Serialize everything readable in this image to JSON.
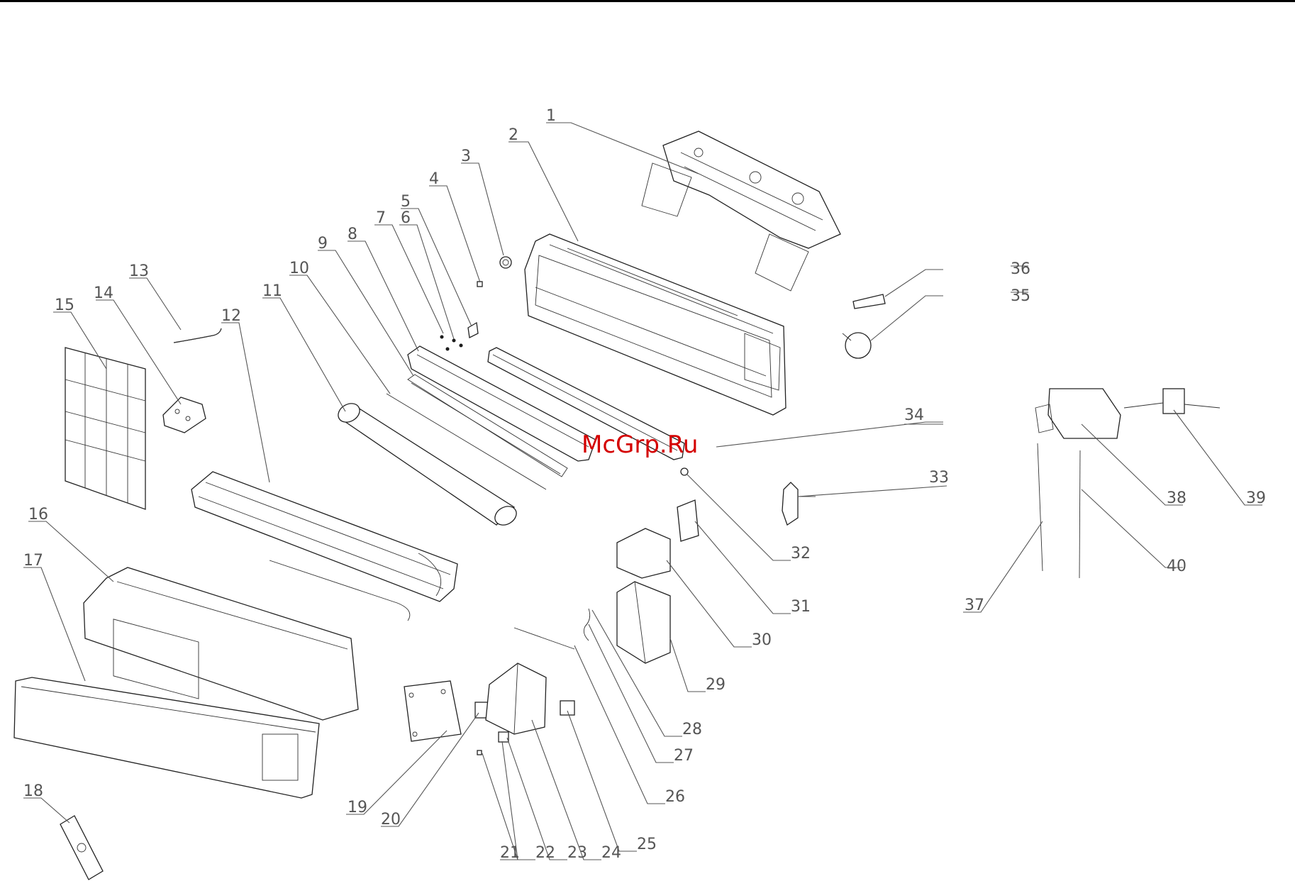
{
  "watermark": "McGrp.Ru",
  "callouts": [
    {
      "n": "1"
    },
    {
      "n": "2"
    },
    {
      "n": "3"
    },
    {
      "n": "4"
    },
    {
      "n": "5"
    },
    {
      "n": "6"
    },
    {
      "n": "7"
    },
    {
      "n": "8"
    },
    {
      "n": "9"
    },
    {
      "n": "10"
    },
    {
      "n": "11"
    },
    {
      "n": "12"
    },
    {
      "n": "13"
    },
    {
      "n": "14"
    },
    {
      "n": "15"
    },
    {
      "n": "16"
    },
    {
      "n": "17"
    },
    {
      "n": "18"
    },
    {
      "n": "19"
    },
    {
      "n": "20"
    },
    {
      "n": "21"
    },
    {
      "n": "22"
    },
    {
      "n": "23"
    },
    {
      "n": "24"
    },
    {
      "n": "25"
    },
    {
      "n": "26"
    },
    {
      "n": "27"
    },
    {
      "n": "28"
    },
    {
      "n": "29"
    },
    {
      "n": "30"
    },
    {
      "n": "31"
    },
    {
      "n": "32"
    },
    {
      "n": "33"
    },
    {
      "n": "34"
    },
    {
      "n": "35"
    },
    {
      "n": "36"
    },
    {
      "n": "37"
    },
    {
      "n": "38"
    },
    {
      "n": "39"
    },
    {
      "n": "40"
    }
  ],
  "colors": {
    "line": "#555555",
    "ink": "#222222",
    "watermark": "#d40000",
    "background": "#ffffff"
  }
}
